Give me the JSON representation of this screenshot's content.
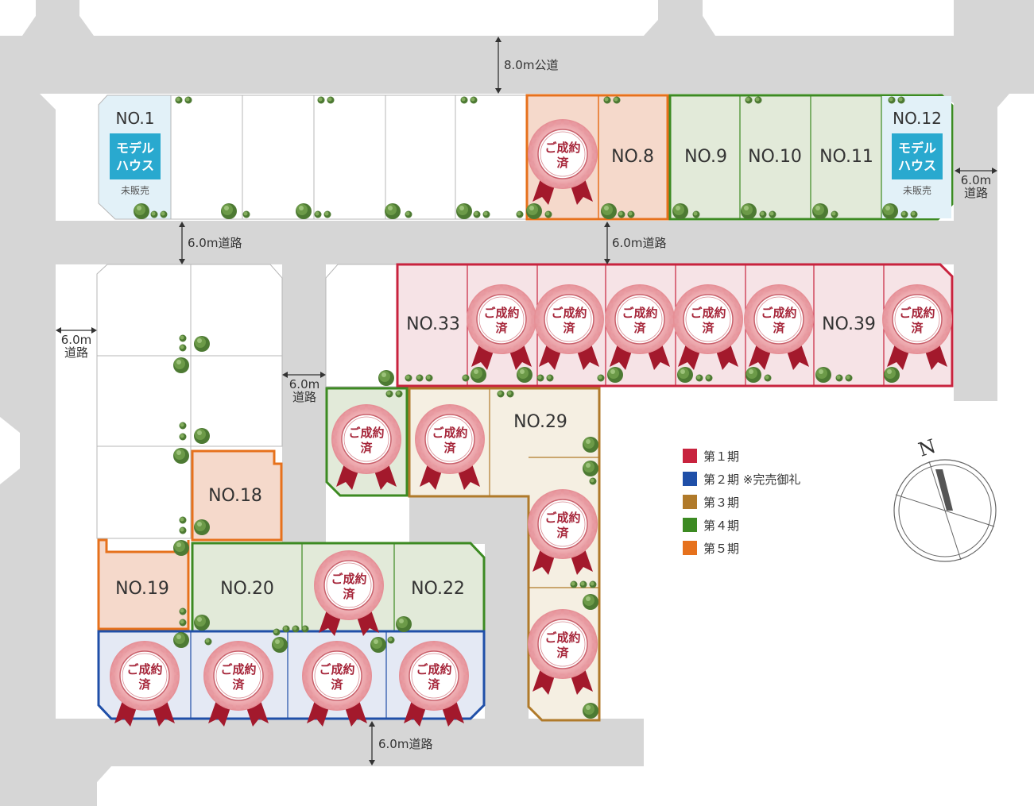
{
  "roads": {
    "top_public": "8.0m公道",
    "upper_middle_left": "6.0m道路",
    "upper_middle_right": "6.0m道路",
    "right_width": "6.0m",
    "right_label": "道路",
    "left_width": "6.0m",
    "left_label": "道路",
    "inner_width": "6.0m",
    "inner_label": "道路",
    "bottom": "6.0m道路"
  },
  "lots": {
    "no1": "NO.1",
    "no8": "NO.8",
    "no9": "NO.9",
    "no10": "NO.10",
    "no11": "NO.11",
    "no12": "NO.12",
    "no18": "NO.18",
    "no19": "NO.19",
    "no20": "NO.20",
    "no22": "NO.22",
    "no29": "NO.29",
    "no33": "NO.33",
    "no39": "NO.39"
  },
  "model_house": {
    "line1": "モデル",
    "line2": "ハウス",
    "status": "未販売"
  },
  "sold_badge": {
    "line1": "ご成約",
    "line2": "済"
  },
  "legend": {
    "items": [
      {
        "label": "第１期",
        "color": "#c8233e"
      },
      {
        "label": "第２期 ※完売御礼",
        "color": "#1f4fa8"
      },
      {
        "label": "第３期",
        "color": "#b07a2a"
      },
      {
        "label": "第４期",
        "color": "#3c8a22"
      },
      {
        "label": "第５期",
        "color": "#e6711c"
      }
    ]
  },
  "compass": {
    "north": "N"
  },
  "colors": {
    "road": "#d6d6d6",
    "phase1_fill": "#f6e3e6",
    "phase2_fill": "#e4e9f4",
    "phase3_fill": "#f5efe2",
    "phase4_fill": "#e2ead9",
    "phase5_fill": "#f5d9cb",
    "model_fill": "#e2f1f8",
    "model_badge": "#29a9cf"
  }
}
